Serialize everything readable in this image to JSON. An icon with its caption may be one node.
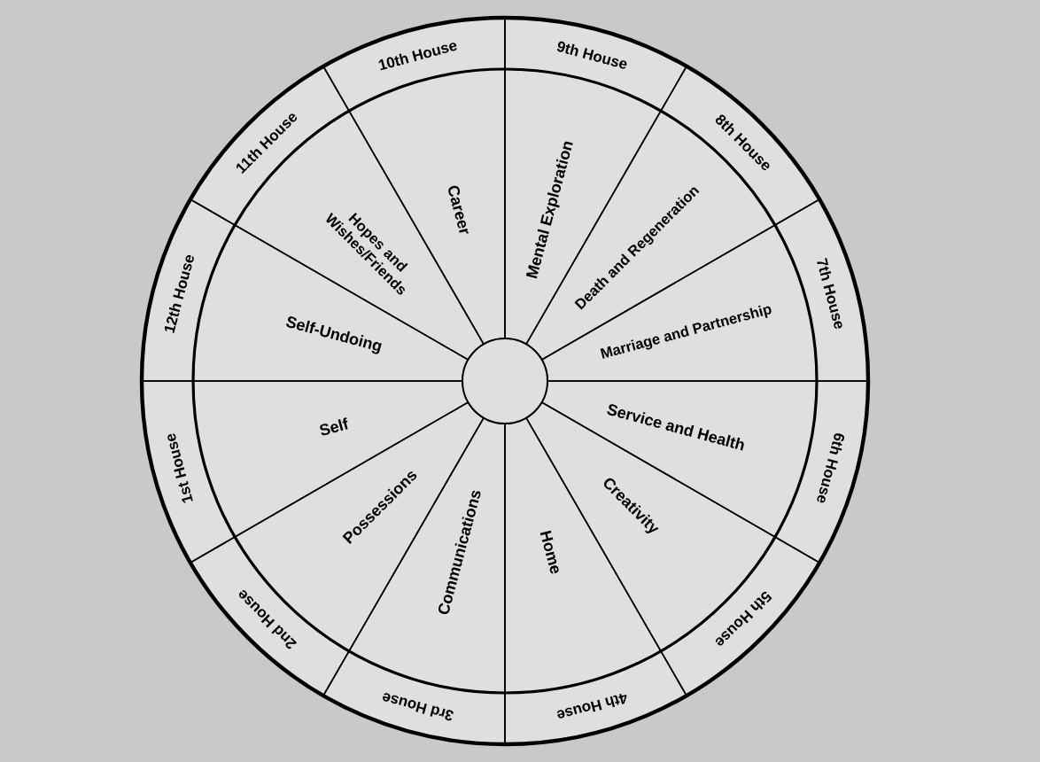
{
  "diagram": {
    "nodes": [
      {
        "text": [],
        "shape": "circle"
      },
      {
        "text": [
          "1st House"
        ]
      },
      {
        "text": [
          "2nd House"
        ]
      },
      {
        "text": [
          "3rd House"
        ]
      },
      {
        "text": [
          "4th House"
        ]
      },
      {
        "text": [
          "5th House"
        ]
      },
      {
        "text": [
          "6th House"
        ]
      },
      {
        "text": [
          "7th House"
        ]
      },
      {
        "text": [
          "8th House"
        ]
      },
      {
        "text": [
          "9th House"
        ]
      },
      {
        "text": [
          "10th House"
        ]
      },
      {
        "text": [
          "11th House"
        ]
      },
      {
        "text": [
          "12th House"
        ]
      },
      {
        "text": [
          "Self"
        ]
      },
      {
        "text": [
          "Possessions"
        ]
      },
      {
        "text": [
          "Communications"
        ]
      },
      {
        "text": [
          "Home"
        ]
      },
      {
        "text": [
          "Creativity"
        ]
      },
      {
        "text": [
          "Service and Health"
        ]
      },
      {
        "text": [
          "Marriage and Partnership"
        ]
      },
      {
        "text": [
          "Death and Regeneration"
        ]
      },
      {
        "text": [
          "Mental Exploration"
        ]
      },
      {
        "text": [
          "Career"
        ]
      },
      {
        "text": [
          "Hopes and Wishes/Friends"
        ]
      },
      {
        "text": [
          "Self-Undoing"
        ]
      }
    ]
  }
}
